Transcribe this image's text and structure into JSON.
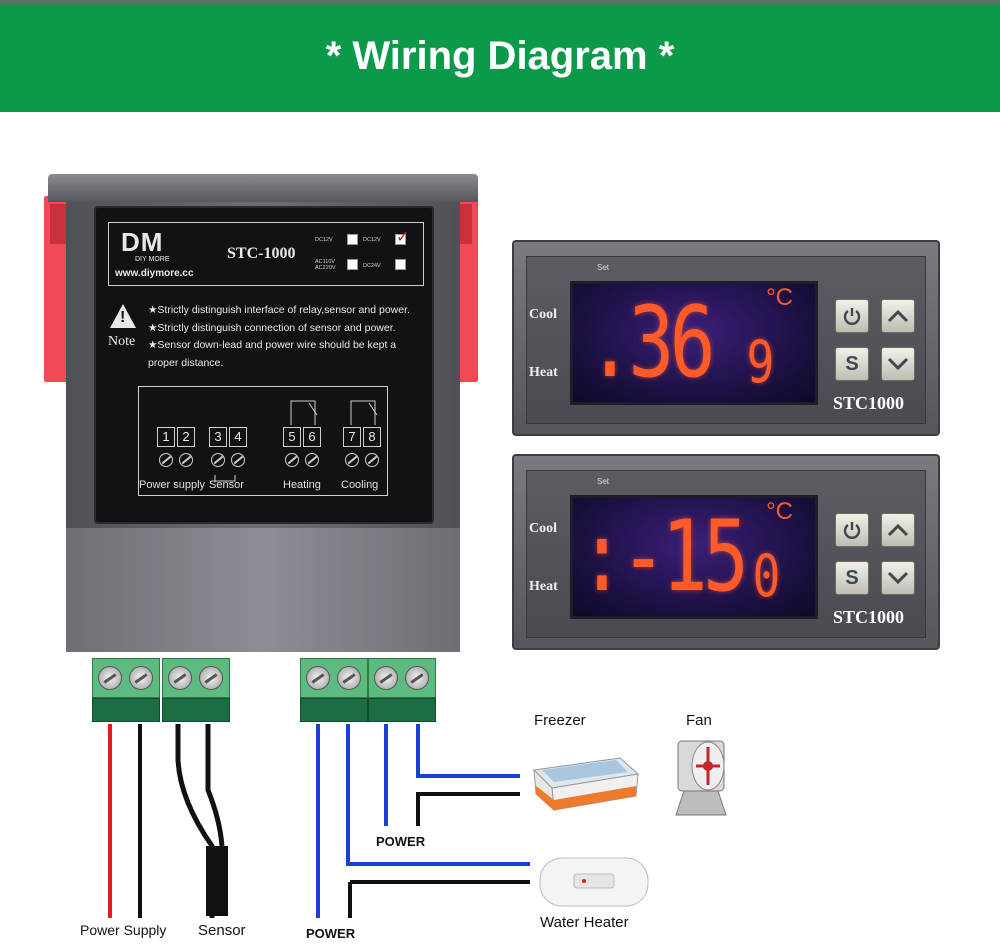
{
  "banner": {
    "title": "* Wiring Diagram *"
  },
  "controller": {
    "brand": "DM",
    "brand_sub": "DIY MORE",
    "url": "www.diymore.cc",
    "model": "STC-1000",
    "options": [
      "DC12V",
      "DC12V",
      "AC110V AC220V",
      "DC24V"
    ],
    "note_label": "Note",
    "notes": [
      "★Strictly distinguish interface of relay,sensor and power.",
      "★Strictly distinguish connection of sensor and power.",
      "★Sensor down-lead and power wire should be kept a proper distance."
    ],
    "terminals": [
      "1",
      "2",
      "3",
      "4",
      "5",
      "6",
      "7",
      "8"
    ],
    "terminal_groups": [
      "Power supply",
      "Sensor",
      "Heating",
      "Cooling"
    ]
  },
  "displays": [
    {
      "set": "Set",
      "cool": "Cool",
      "heat": "Heat",
      "value_main": ".36",
      "value_small": "9",
      "unit": "°C",
      "model": "STC1000"
    },
    {
      "set": "Set",
      "cool": "Cool",
      "heat": "Heat",
      "value_main": ":-15",
      "value_small": "0",
      "unit": "°C",
      "model": "STC1000"
    }
  ],
  "buttons": {
    "power": "power-icon",
    "up": "up-arrow-icon",
    "set": "S",
    "down": "down-arrow-icon"
  },
  "wiring": {
    "labels": {
      "power_supply": "Power Supply",
      "sensor": "Sensor",
      "power_left": "POWER",
      "power_mid": "POWER",
      "freezer": "Freezer",
      "fan": "Fan",
      "water_heater": "Water Heater"
    },
    "colors": {
      "red": "#e01e1e",
      "black": "#111111",
      "blue": "#1a3fd6",
      "green": "#0c9a4a"
    }
  }
}
